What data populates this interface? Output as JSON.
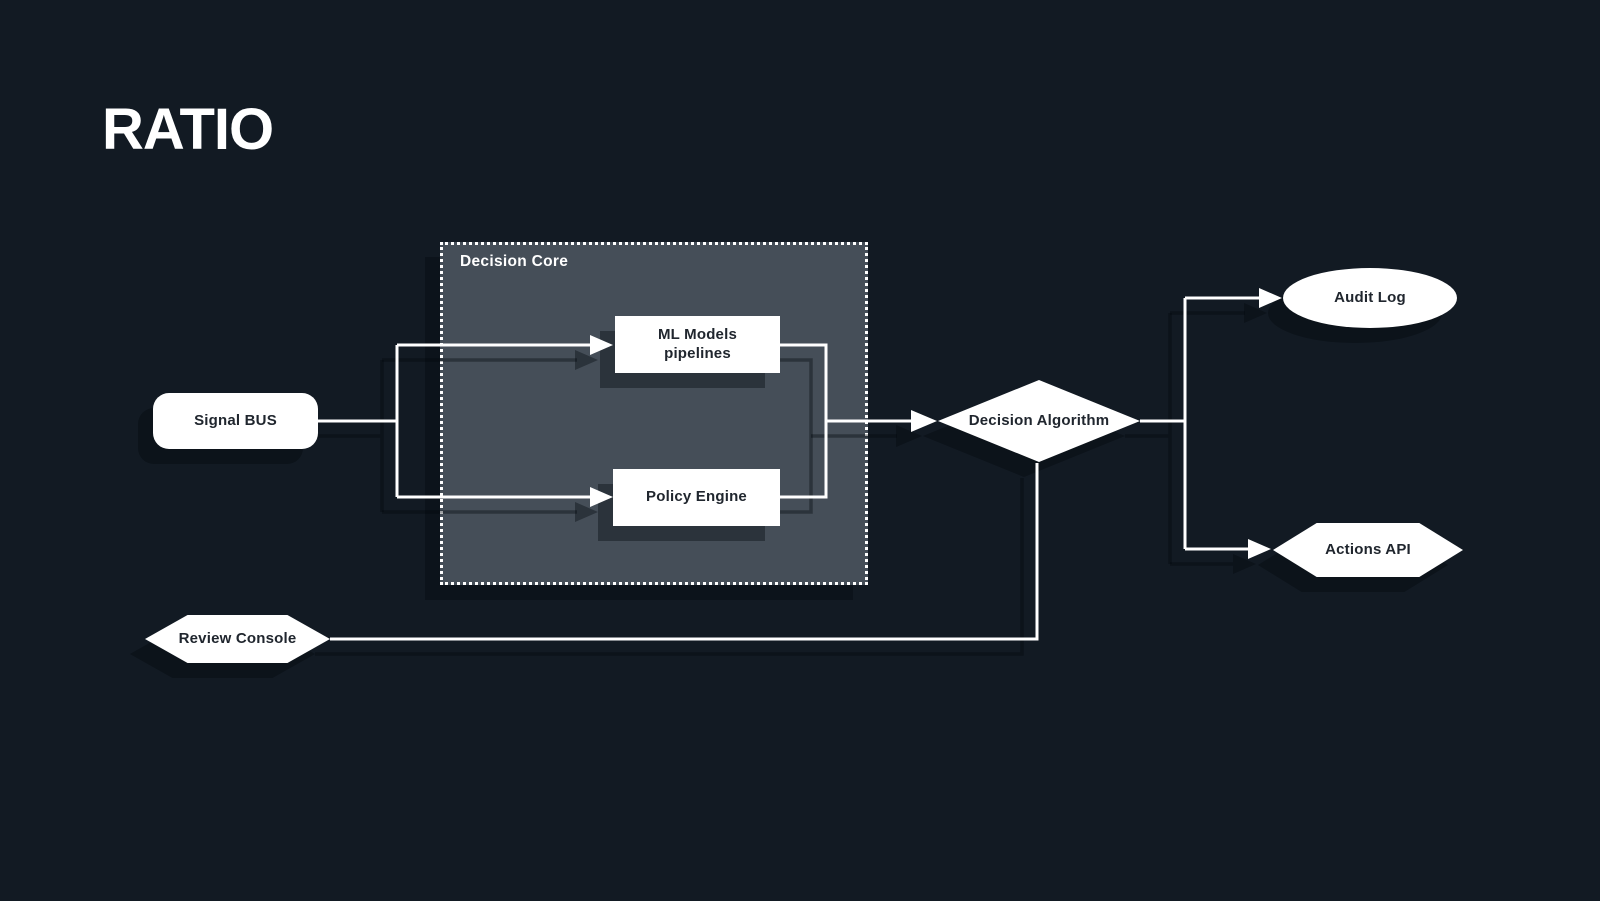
{
  "page": {
    "title": "RATIO"
  },
  "colors": {
    "background": "#121a23",
    "container_fill": "#454e58",
    "container_border": "#ffffff",
    "node_fill": "#ffffff",
    "node_text": "#20262e",
    "edge": "#ffffff",
    "shadow": "rgba(2,8,14,0.38)"
  },
  "diagram": {
    "container": {
      "label": "Decision Core",
      "shape": "dotted-rectangle"
    },
    "nodes": {
      "signal_bus": {
        "label": "Signal BUS",
        "shape": "rounded-rectangle"
      },
      "ml_models": {
        "label": "ML Models pipelines",
        "shape": "rectangle",
        "inside": "Decision Core"
      },
      "policy_engine": {
        "label": "Policy Engine",
        "shape": "rectangle",
        "inside": "Decision Core"
      },
      "decision_algorithm": {
        "label": "Decision Algorithm",
        "shape": "diamond"
      },
      "audit_log": {
        "label": "Audit Log",
        "shape": "ellipse"
      },
      "actions_api": {
        "label": "Actions API",
        "shape": "hexagon"
      },
      "review_console": {
        "label": "Review Console",
        "shape": "hexagon"
      }
    },
    "edges": [
      {
        "from": "signal_bus",
        "to": "ml_models",
        "arrow": true
      },
      {
        "from": "signal_bus",
        "to": "policy_engine",
        "arrow": true
      },
      {
        "from": "ml_models",
        "to": "decision_algorithm",
        "arrow": true
      },
      {
        "from": "policy_engine",
        "to": "decision_algorithm",
        "arrow": true
      },
      {
        "from": "decision_algorithm",
        "to": "audit_log",
        "arrow": true
      },
      {
        "from": "decision_algorithm",
        "to": "actions_api",
        "arrow": true
      },
      {
        "from": "review_console",
        "to": "decision_algorithm",
        "arrow": false
      }
    ]
  }
}
